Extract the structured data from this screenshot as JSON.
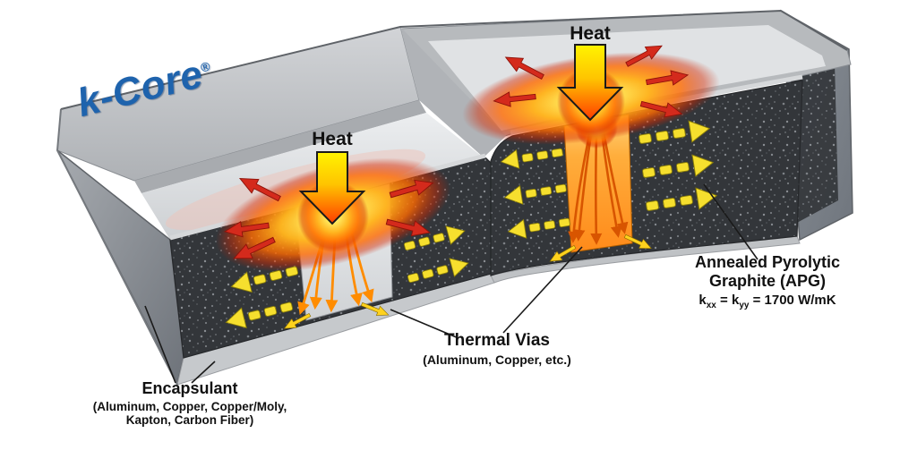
{
  "page": {
    "background": "#ffffff"
  },
  "logo": {
    "text": "k-Core",
    "registered_mark": "®",
    "color": "#1e63ad"
  },
  "labels": {
    "heat_left": "Heat",
    "heat_right": "Heat",
    "thermal_vias": {
      "title": "Thermal Vias",
      "materials": "(Aluminum, Copper, etc.)"
    },
    "apg": {
      "line1": "Annealed Pyrolytic",
      "line2": "Graphite (APG)",
      "formula": {
        "base1": "k",
        "sub1": "xx",
        "mid": " = k",
        "sub2": "yy",
        "tail": " = 1700 W/mK"
      }
    },
    "encapsulant": {
      "title": "Encapsulant",
      "materials_line1": "(Aluminum, Copper, Copper/Moly,",
      "materials_line2": "Kapton, Carbon Fiber)"
    }
  },
  "icons": {
    "heat_arrow": "large yellow-to-red downward block arrow",
    "radiate_arrow": "small red arrow radiating from heat source",
    "flow_arrow": "yellow dashed arrow showing lateral heat spreading",
    "via_lines": "orange heat flow lines through thermal vias"
  },
  "colors": {
    "logo_blue": "#1e63ad",
    "heat_glow_core": "#fffde0",
    "heat_glow_mid": "#ffb41e",
    "heat_glow_red": "#d62800",
    "heat_arrow_top": "#fff400",
    "heat_arrow_tip": "#ff3c00",
    "flow_arrow_yellow": "#f6df2e",
    "radiate_arrow_red": "#d42a1c",
    "apg_dark": "#33363a",
    "encapsulant_gray": "#9aa0a6",
    "via_orange": "#ff8a1a"
  }
}
